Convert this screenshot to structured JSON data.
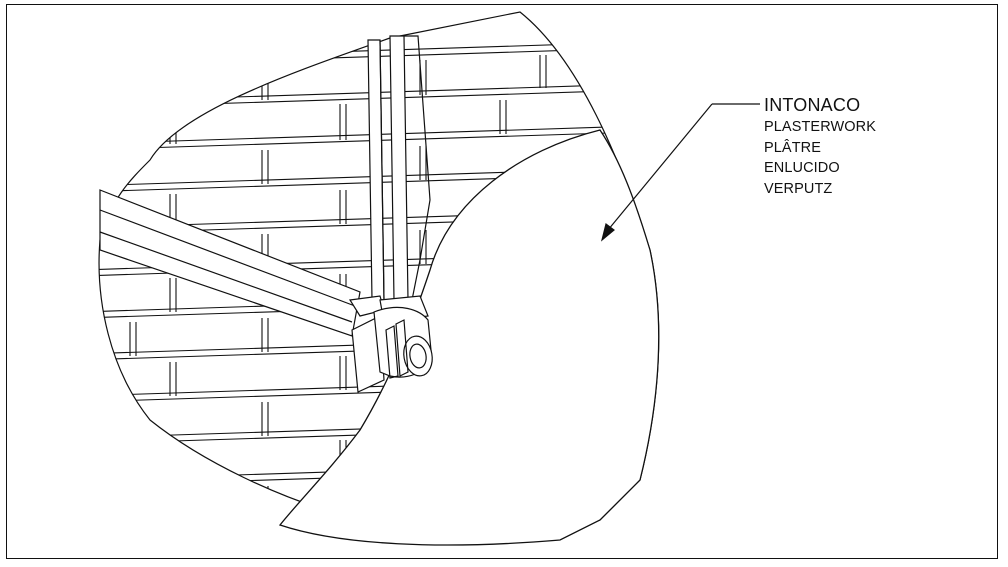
{
  "callout": {
    "main_label": "INTONACO",
    "translations": [
      "PLASTERWORK",
      "PLÂTRE",
      "ENLUCIDO",
      "VERPUTZ"
    ]
  },
  "colors": {
    "line": "#111111",
    "background": "#ffffff"
  },
  "icons": {
    "arrow": "leader-arrow"
  }
}
